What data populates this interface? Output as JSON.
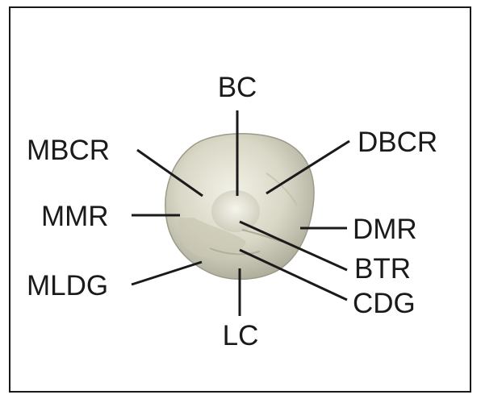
{
  "diagram": {
    "labels": {
      "bc": "BC",
      "mbcr": "MBCR",
      "dbcr": "DBCR",
      "mmr": "MMR",
      "dmr": "DMR",
      "btr": "BTR",
      "mldg": "MLDG",
      "cdg": "CDG",
      "lc": "LC"
    }
  }
}
